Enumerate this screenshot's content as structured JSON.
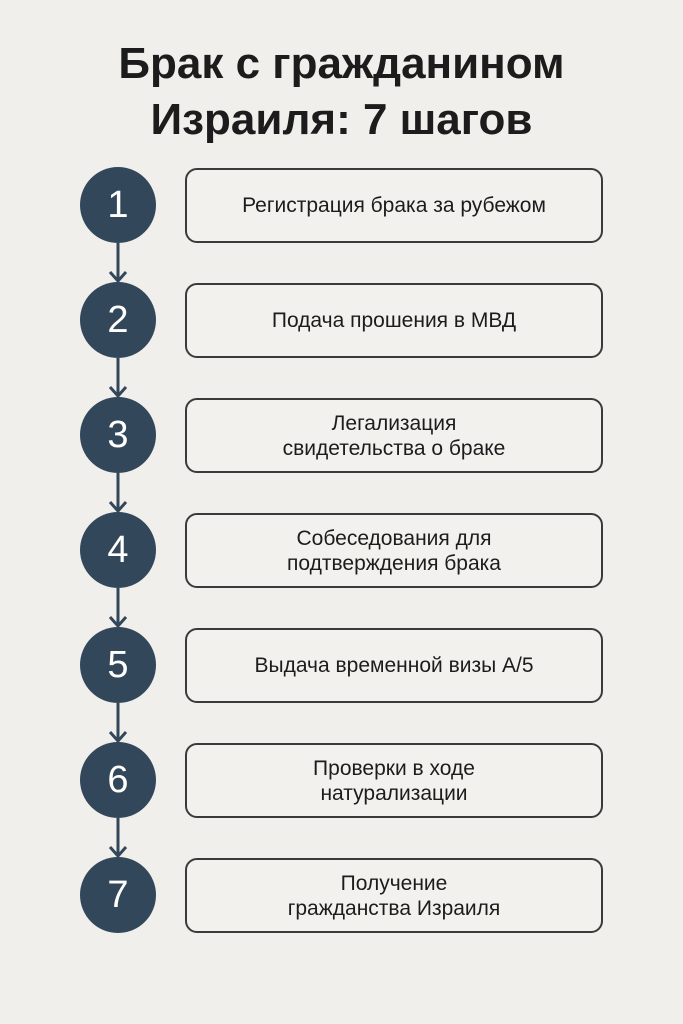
{
  "title": "Брак с гражданином\nИзраиля: 7 шагов",
  "title_lines": [
    "Брак с гражданином",
    "Израиля: 7 шагов"
  ],
  "colors": {
    "circle": "#33475b",
    "background": "#f1efec",
    "border": "#3a3a3a"
  },
  "steps": [
    {
      "number": "1",
      "text": "Регистрация брака за рубежом"
    },
    {
      "number": "2",
      "text": "Подача прошения в МВД"
    },
    {
      "number": "3",
      "text": "Легализация\nсвидетельства о браке"
    },
    {
      "number": "4",
      "text": "Собеседования для\nподтверждения брака"
    },
    {
      "number": "5",
      "text": "Выдача временной визы А/5"
    },
    {
      "number": "6",
      "text": "Проверки в ходе\nнатурализации"
    },
    {
      "number": "7",
      "text": "Получение\nгражданства Израиля"
    }
  ]
}
